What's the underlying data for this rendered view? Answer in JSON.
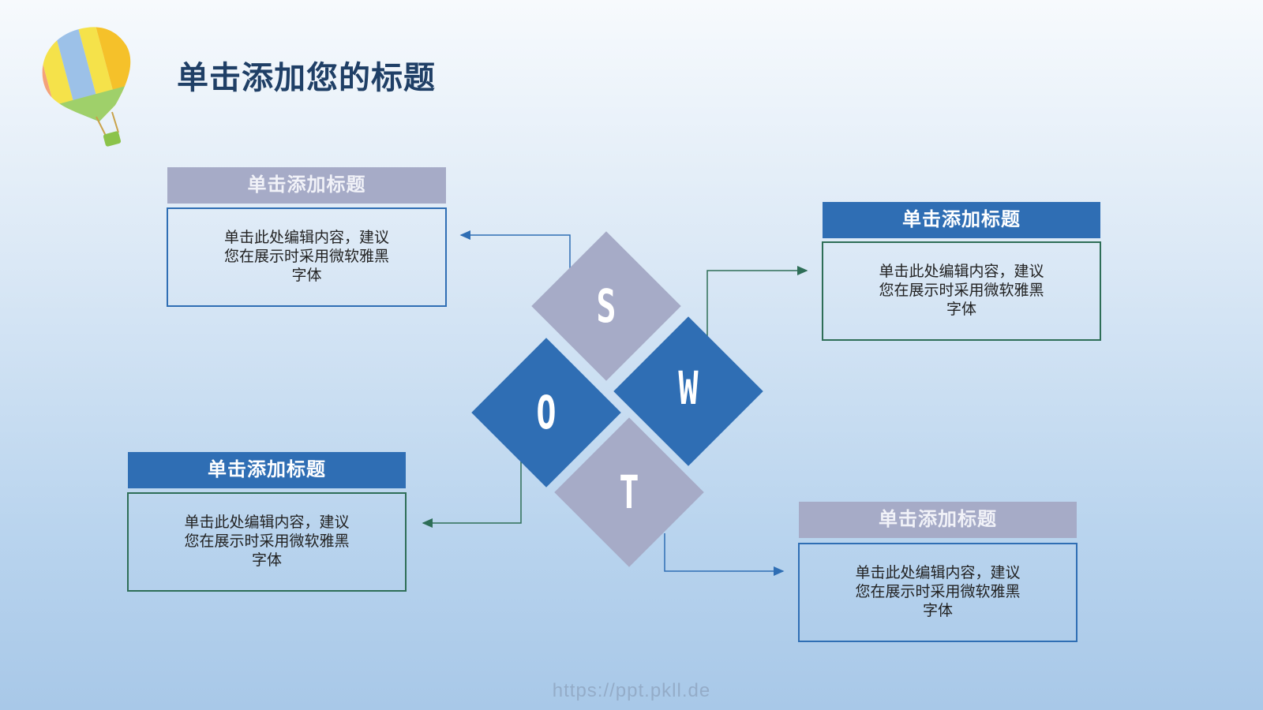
{
  "title": "单击添加您的标题",
  "cards": [
    {
      "header": "单击添加标题",
      "body_line1": "单击此处编辑内容，建议",
      "body_line2": "您在展示时采用微软雅黑",
      "body_line3": "字体"
    },
    {
      "header": "单击添加标题",
      "body_line1": "单击此处编辑内容，建议",
      "body_line2": "您在展示时采用微软雅黑",
      "body_line3": "字体"
    },
    {
      "header": "单击添加标题",
      "body_line1": "单击此处编辑内容，建议",
      "body_line2": "您在展示时采用微软雅黑",
      "body_line3": "字体"
    },
    {
      "header": "单击添加标题",
      "body_line1": "单击此处编辑内容，建议",
      "body_line2": "您在展示时采用微软雅黑",
      "body_line3": "字体"
    }
  ],
  "swot": {
    "s": "S",
    "w": "W",
    "o": "O",
    "t": "T"
  },
  "watermark": "https://ppt.pkll.de",
  "colors": {
    "blue": "#2f6eb4",
    "gray": "#a6abc7",
    "title": "#1f3f66",
    "green": "#2e6e57"
  },
  "icons": {
    "decoration": "hot-air-balloon-icon"
  }
}
